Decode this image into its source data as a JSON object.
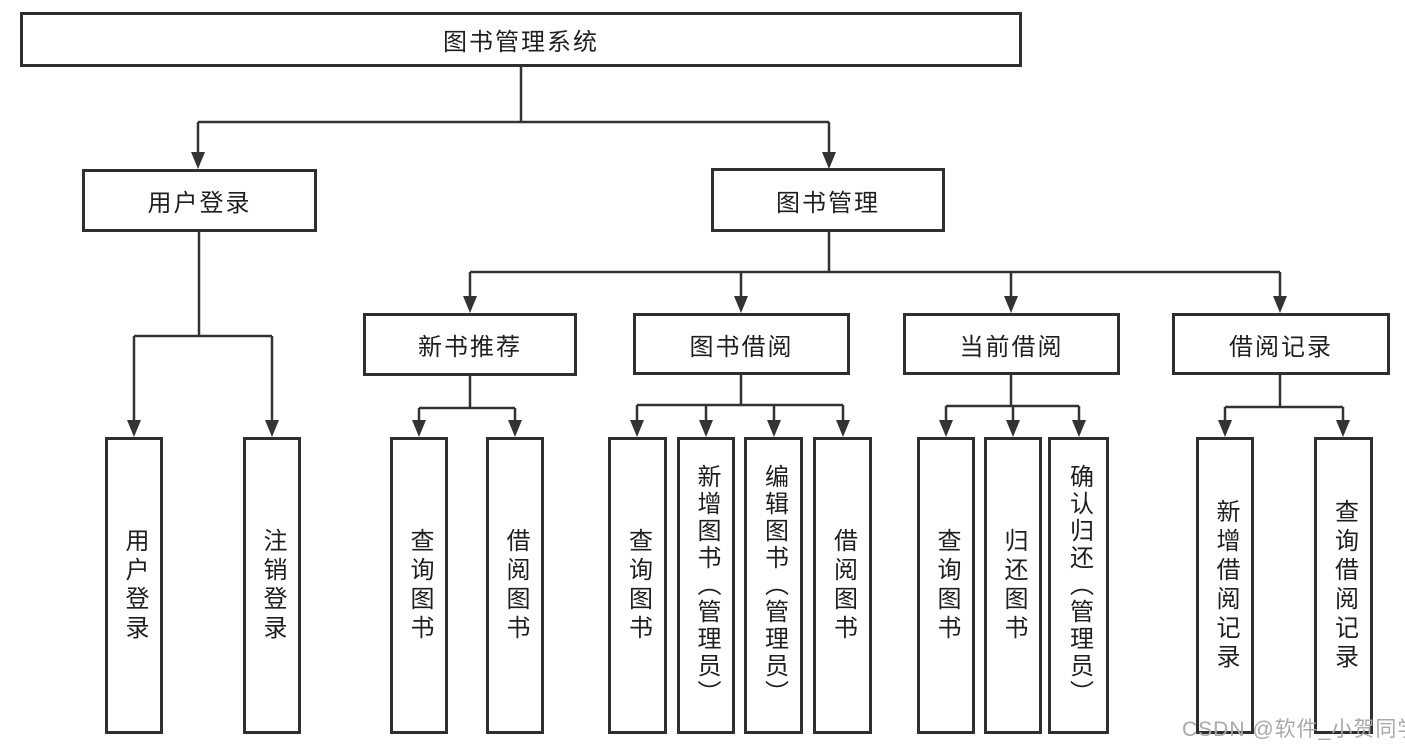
{
  "title": "图书管理系统",
  "nodes": {
    "root": "图书管理系统",
    "level2": [
      "用户登录",
      "图书管理"
    ],
    "level3": [
      "新书推荐",
      "图书借阅",
      "当前借阅",
      "借阅记录"
    ],
    "leaves": {
      "user_login": [
        "用户登录",
        "注销登录"
      ],
      "new_books": [
        "查询图书",
        "借阅图书"
      ],
      "book_borrow": [
        "查询图书",
        "新增图书（管理员）",
        "编辑图书（管理员）",
        "借阅图书"
      ],
      "current_borrow": [
        "查询图书",
        "归还图书",
        "确认归还（管理员）"
      ],
      "borrow_records": [
        "新增借阅记录",
        "查询借阅记录"
      ]
    }
  },
  "watermark": "CSDN @软件_小贺同学",
  "colors": {
    "line": "#333333",
    "box_border": "#2f2f2f",
    "box_background": "#ffffff",
    "text": "#1f1f1f",
    "watermark": "#a9a9a9"
  }
}
